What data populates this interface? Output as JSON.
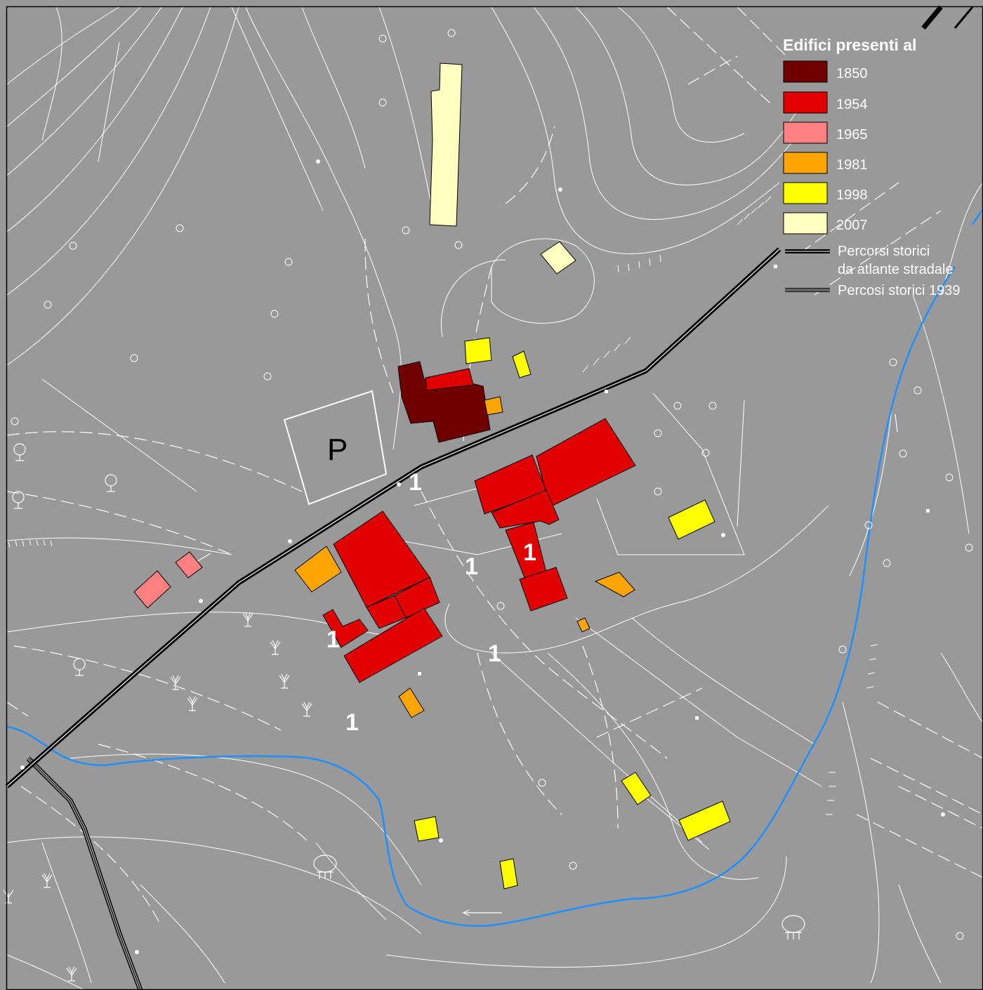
{
  "legend": {
    "title": "Edifici presenti al",
    "years": [
      {
        "label": "1850",
        "color": "#700000"
      },
      {
        "label": "1954",
        "color": "#e00000"
      },
      {
        "label": "1965",
        "color": "#ff8080"
      },
      {
        "label": "1981",
        "color": "#ffa500"
      },
      {
        "label": "1998",
        "color": "#ffff00"
      },
      {
        "label": "2007",
        "color": "#ffffc0"
      }
    ],
    "routes": [
      {
        "line1": "Percorsi storici",
        "line2": "da atlante stradale",
        "style": "black-road"
      },
      {
        "line1": "Percosi storici 1939",
        "style": "grey-double"
      }
    ]
  },
  "map": {
    "background_color": "#999999",
    "contour_color": "#ffffff",
    "river_color": "#1e90ff",
    "parking_label": "P",
    "building_number_label": "1"
  }
}
